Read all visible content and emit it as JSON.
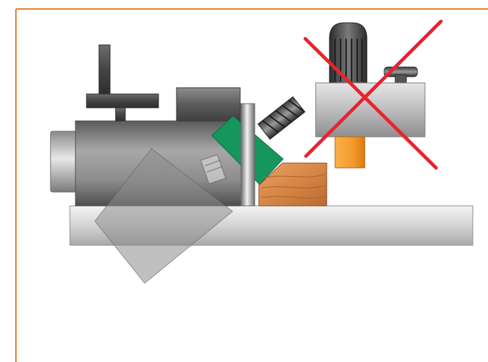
{
  "colors": {
    "frame_border": "#e07a2e",
    "machine_grey": "#7f7f7f",
    "dark_grey": "#4a4a4a",
    "light_grey": "#e9e9e9",
    "cutter_green": "#14965c",
    "wood_orange": "#d9844a",
    "unit_orange": "#f39a2a",
    "cross_red": "#e8232f"
  },
  "icons": {
    "frame": "orange-border-frame",
    "machine": "grey-machine-assembly",
    "workpiece": "wood-block",
    "crossed_unit": "red-cross"
  }
}
